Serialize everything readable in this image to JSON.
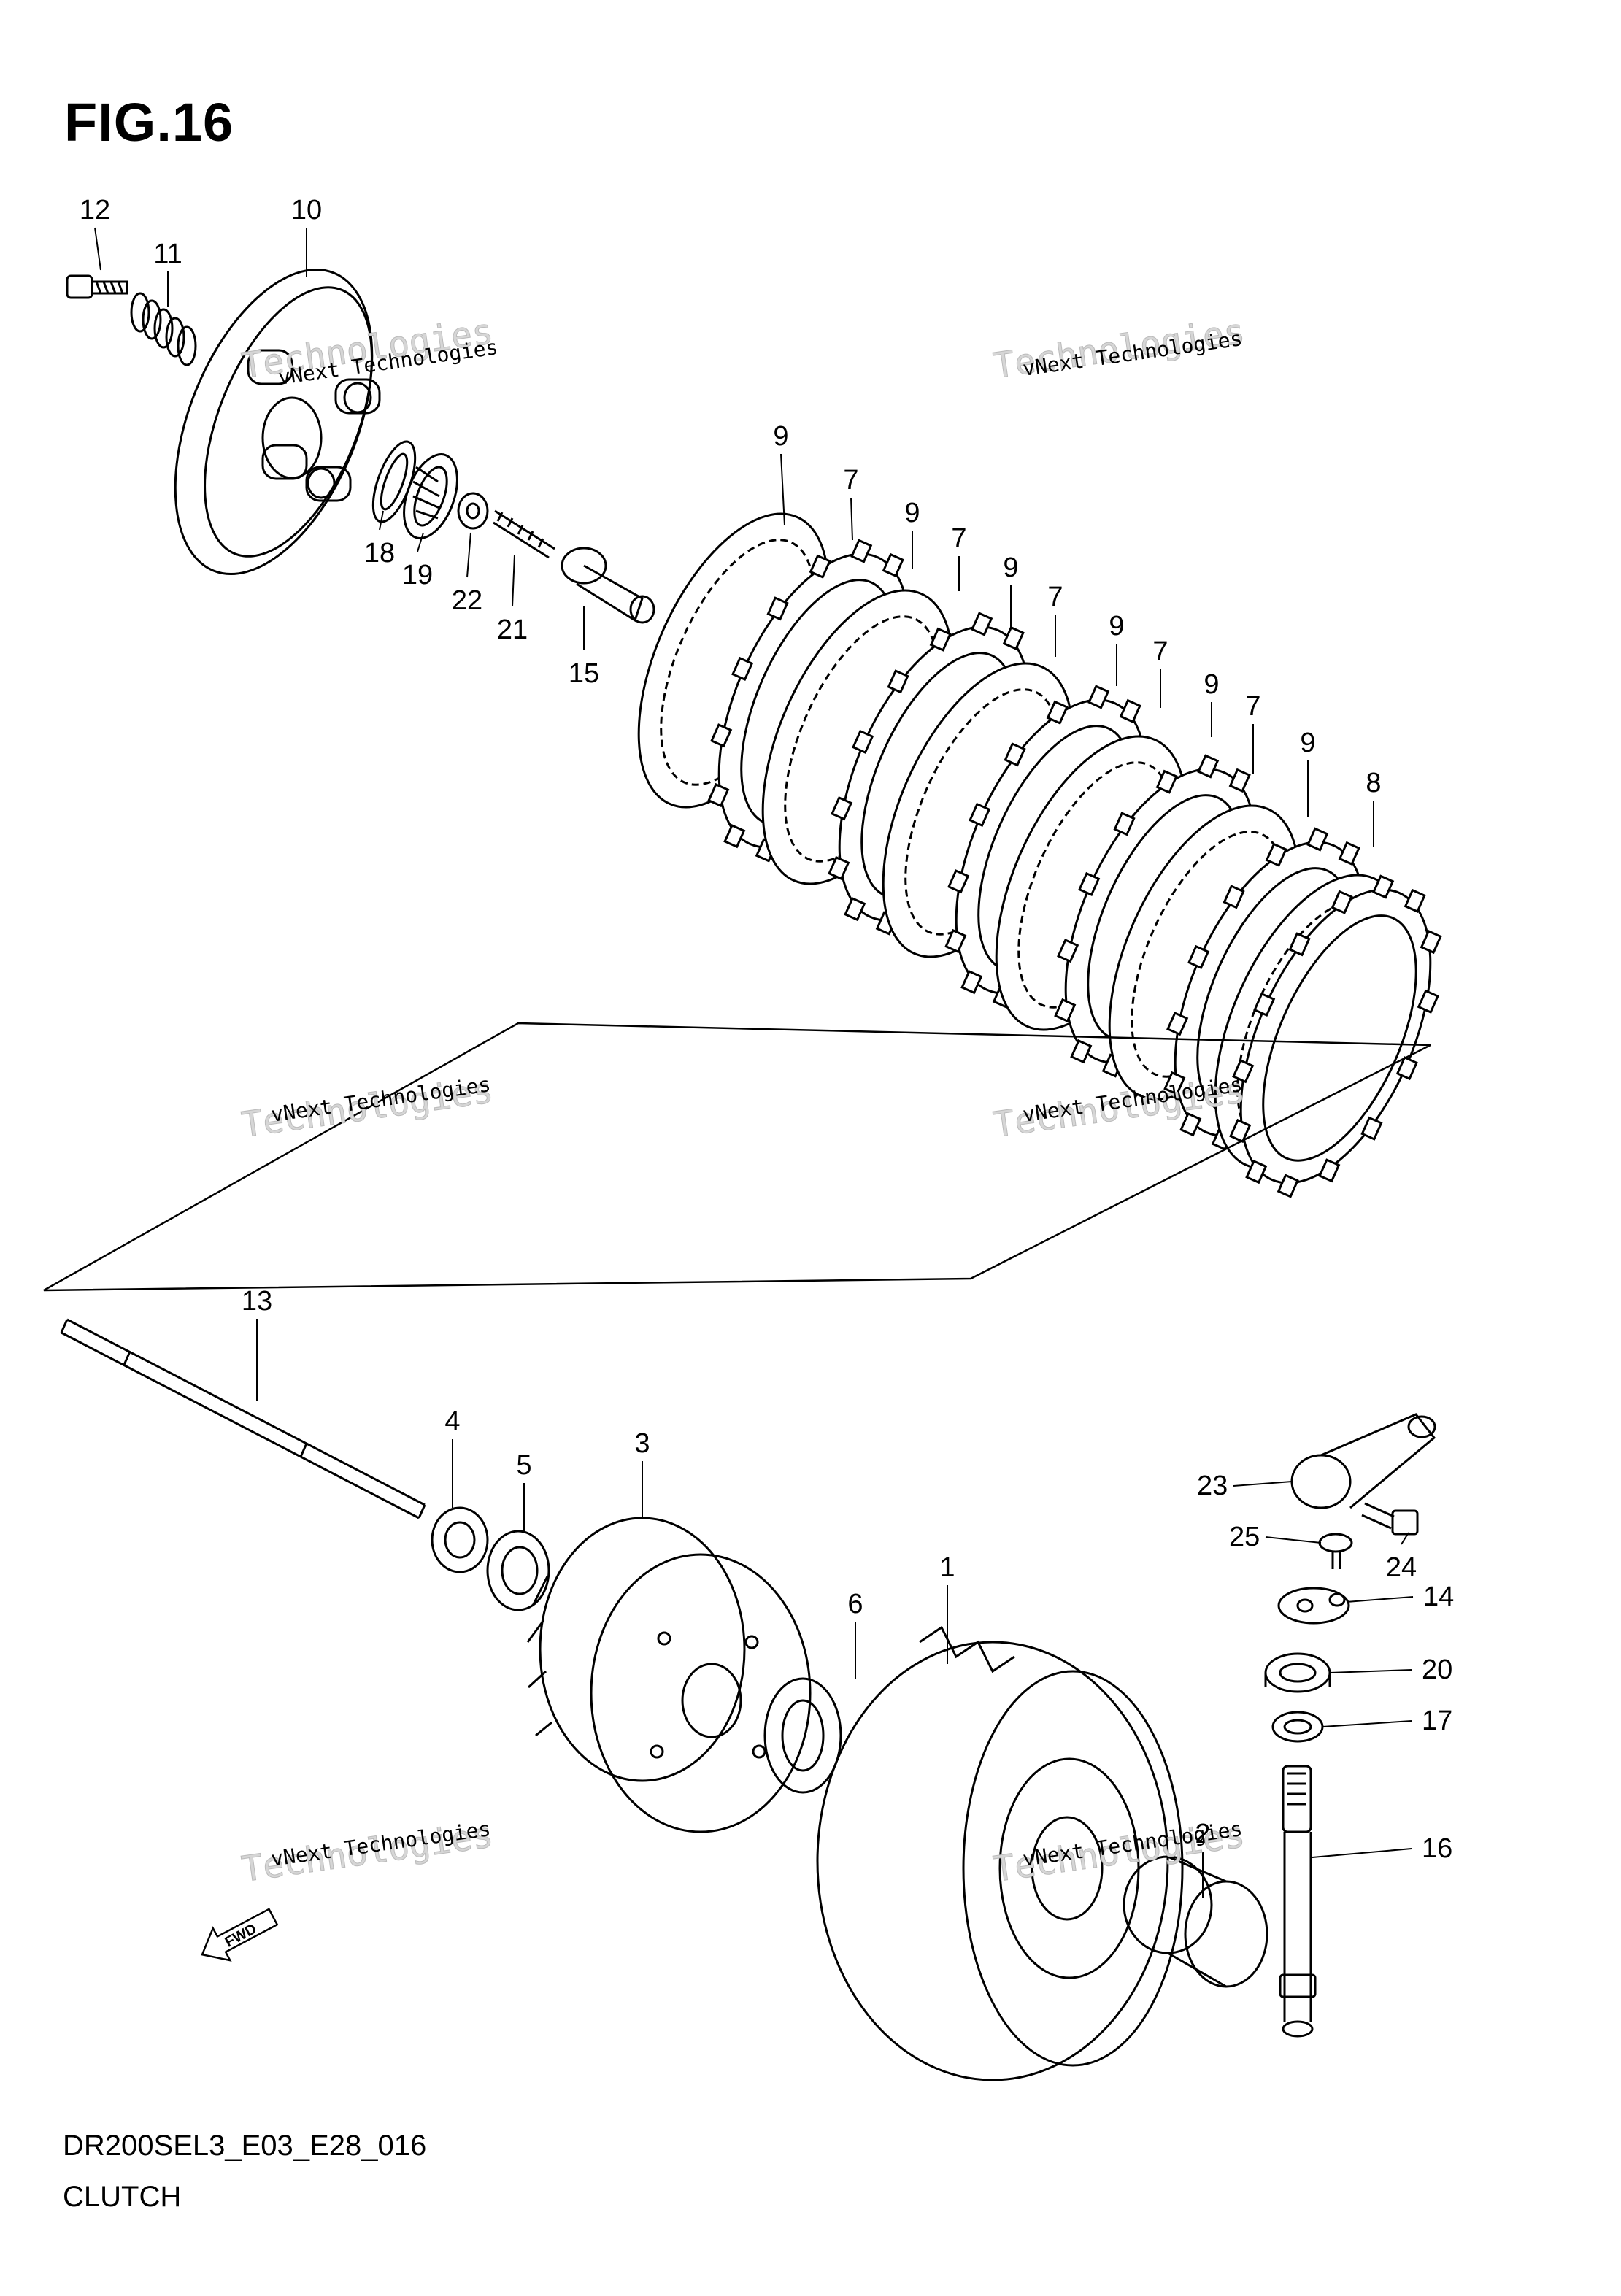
{
  "figure": {
    "title": "FIG.16",
    "code": "DR200SEL3_E03_E28_016",
    "name": "CLUTCH"
  },
  "watermark": {
    "line1": "vNext Technologies",
    "line2": "vNext",
    "line3": "Technologies"
  },
  "fwd_label": "FWD",
  "callouts": {
    "c1": "1",
    "c2": "2",
    "c3": "3",
    "c4": "4",
    "c5": "5",
    "c6": "6",
    "c7a": "7",
    "c7b": "7",
    "c7c": "7",
    "c7d": "7",
    "c7e": "7",
    "c8": "8",
    "c9a": "9",
    "c9b": "9",
    "c9c": "9",
    "c9d": "9",
    "c9e": "9",
    "c9f": "9",
    "c10": "10",
    "c11": "11",
    "c12": "12",
    "c13": "13",
    "c14": "14",
    "c15": "15",
    "c16": "16",
    "c17": "17",
    "c18": "18",
    "c19": "19",
    "c20": "20",
    "c21": "21",
    "c22": "22",
    "c23": "23",
    "c24": "24",
    "c25": "25"
  }
}
